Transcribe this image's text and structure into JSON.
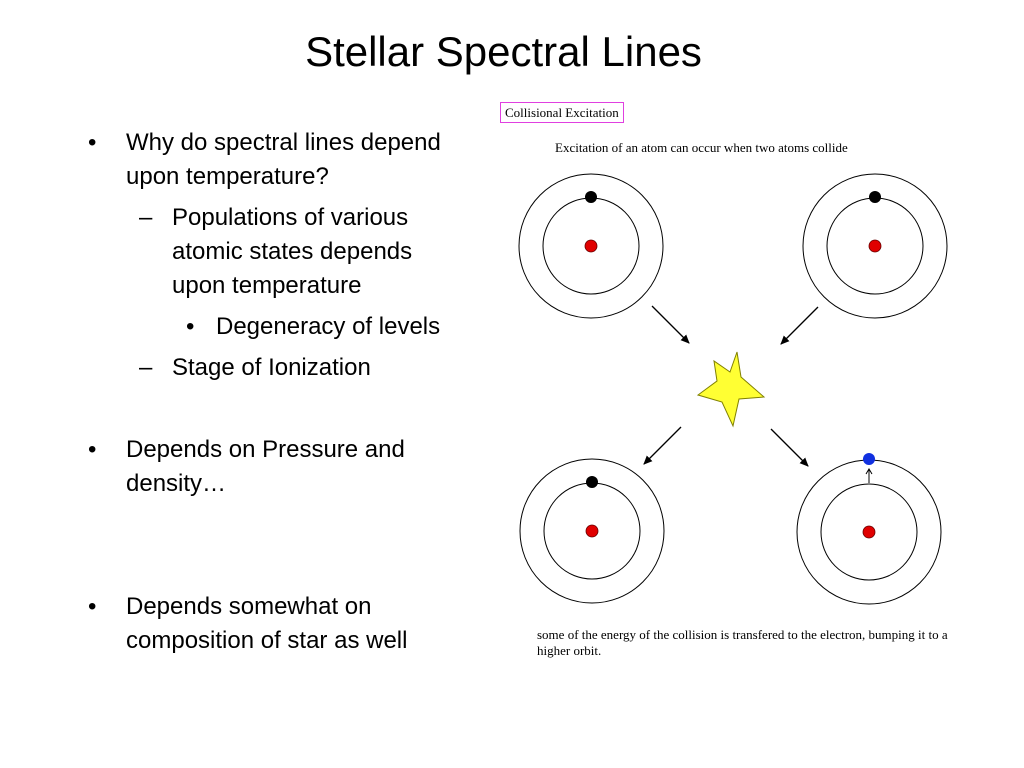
{
  "slide": {
    "title": "Stellar Spectral Lines",
    "bullets": [
      {
        "text": "Why do spectral lines depend upon temperature?",
        "sub": [
          {
            "text": "Populations of various atomic states depends upon temperature"
          },
          {
            "text": "Degeneracy of levels"
          },
          {
            "text": "Stage of Ionization"
          }
        ]
      },
      {
        "text": "Depends on Pressure and density…"
      },
      {
        "text": "Depends somewhat on composition of star as well"
      }
    ],
    "markers": {
      "bullet": "•",
      "dash": "–"
    }
  },
  "figure": {
    "label": "Collisional Excitation",
    "caption_top": "Excitation of an atom can occur when two atoms collide",
    "caption_bottom": "some of the energy of the collision is transfered to the electron, bumping it to a higher orbit.",
    "colors": {
      "nucleus": "#e00000",
      "electron": "#000000",
      "excited_electron": "#1030e0",
      "star_fill": "#ffff33",
      "star_stroke": "#808000",
      "label_border": "#e040e0"
    },
    "icons": [
      "atom-icon",
      "arrow-icon",
      "collision-star-icon",
      "up-arrow-icon"
    ]
  }
}
